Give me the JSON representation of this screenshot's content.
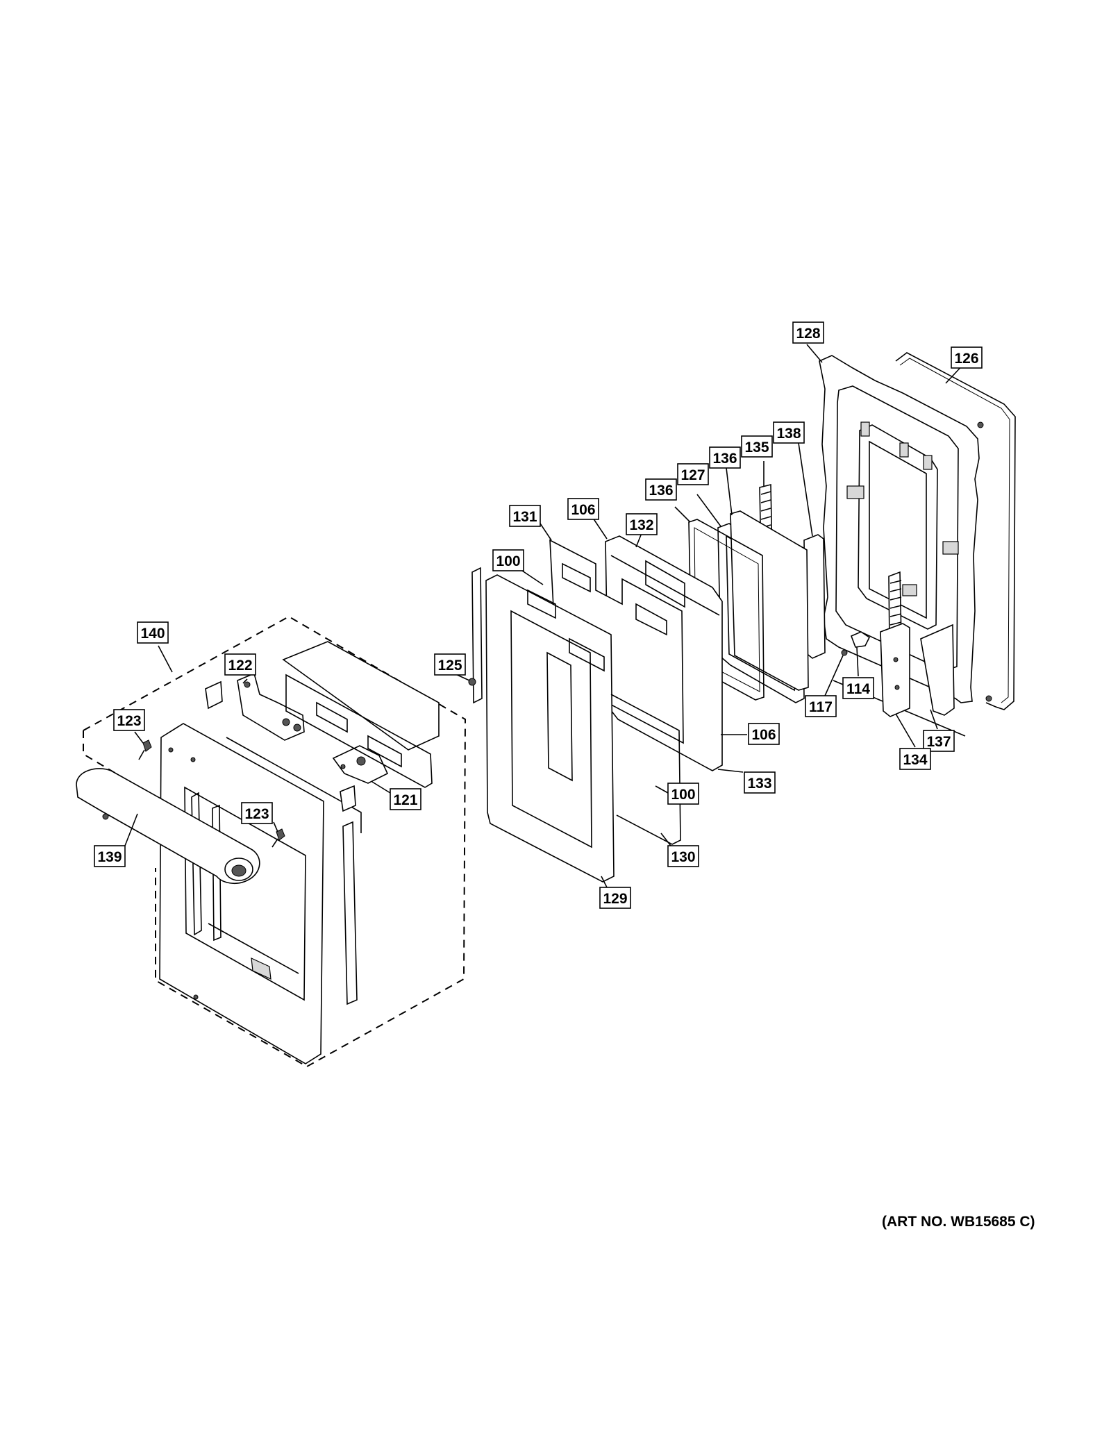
{
  "diagram": {
    "art_number": "(ART NO. WB15685 C)",
    "callouts": [
      {
        "id": "c-128",
        "label": "128"
      },
      {
        "id": "c-126",
        "label": "126"
      },
      {
        "id": "c-138",
        "label": "138"
      },
      {
        "id": "c-135",
        "label": "135"
      },
      {
        "id": "c-136a",
        "label": "136"
      },
      {
        "id": "c-127",
        "label": "127"
      },
      {
        "id": "c-136b",
        "label": "136"
      },
      {
        "id": "c-131",
        "label": "131"
      },
      {
        "id": "c-106a",
        "label": "106"
      },
      {
        "id": "c-132",
        "label": "132"
      },
      {
        "id": "c-100a",
        "label": "100"
      },
      {
        "id": "c-140",
        "label": "140"
      },
      {
        "id": "c-125",
        "label": "125"
      },
      {
        "id": "c-122",
        "label": "122"
      },
      {
        "id": "c-123a",
        "label": "123"
      },
      {
        "id": "c-114",
        "label": "114"
      },
      {
        "id": "c-117",
        "label": "117"
      },
      {
        "id": "c-137",
        "label": "137"
      },
      {
        "id": "c-106b",
        "label": "106"
      },
      {
        "id": "c-134",
        "label": "134"
      },
      {
        "id": "c-133",
        "label": "133"
      },
      {
        "id": "c-100b",
        "label": "100"
      },
      {
        "id": "c-121",
        "label": "121"
      },
      {
        "id": "c-123b",
        "label": "123"
      },
      {
        "id": "c-139",
        "label": "139"
      },
      {
        "id": "c-130",
        "label": "130"
      },
      {
        "id": "c-129",
        "label": "129"
      }
    ]
  }
}
